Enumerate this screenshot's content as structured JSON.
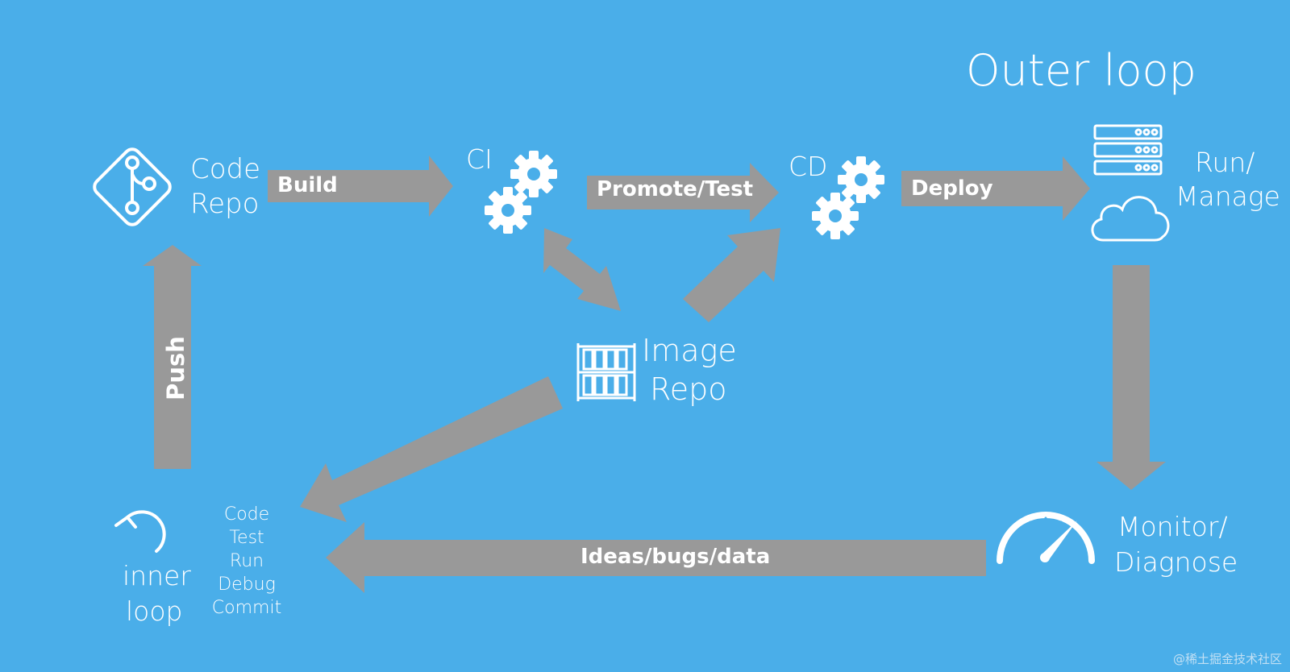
{
  "title": "Outer loop",
  "colors": {
    "background": "#4aaee9",
    "arrow": "#999999",
    "foreground": "#ffffff"
  },
  "nodes": {
    "code_repo": {
      "line1": "Code",
      "line2": "Repo",
      "icon": "git-repo-icon"
    },
    "ci": {
      "label": "CI",
      "icon": "gears-icon"
    },
    "cd": {
      "label": "CD",
      "icon": "gears-icon"
    },
    "run_manage": {
      "line1": "Run/",
      "line2": "Manage",
      "icon": "server-cloud-icon"
    },
    "image_repo": {
      "line1": "Image",
      "line2": "Repo",
      "icon": "container-registry-icon"
    },
    "monitor": {
      "line1": "Monitor/",
      "line2": "Diagnose",
      "icon": "gauge-icon"
    },
    "inner_loop": {
      "line1": "inner",
      "line2": "loop",
      "icon": "undo-icon",
      "steps": [
        "Code",
        "Test",
        "Run",
        "Debug",
        "Commit"
      ]
    }
  },
  "arrows": {
    "build": "Build",
    "promote": "Promote/Test",
    "deploy": "Deploy",
    "push": "Push",
    "ideas": "Ideas/bugs/data"
  },
  "watermark": "@稀土掘金技术社区"
}
